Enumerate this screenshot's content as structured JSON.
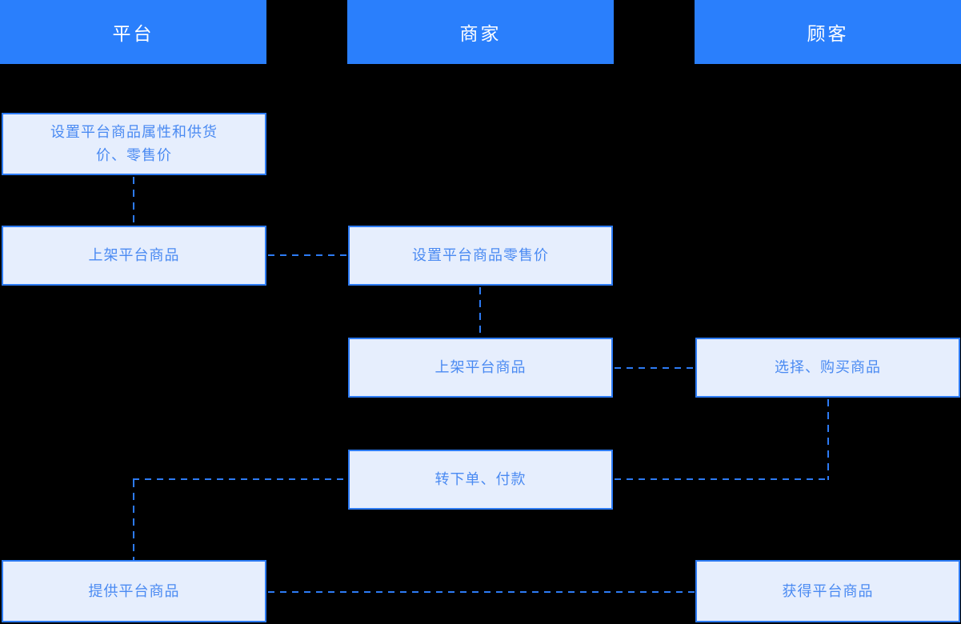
{
  "colors": {
    "background": "#000000",
    "lane_header_bg": "#2A7FFC",
    "lane_header_text": "#FFFFFF",
    "node_border": "#2D7BF5",
    "node_fill": "#E6EEFD",
    "node_text": "#4A8AF2",
    "connector": "#2D7BF5"
  },
  "diagram": {
    "type": "swimlane_flowchart",
    "lanes": [
      {
        "id": "platform",
        "label": "平台"
      },
      {
        "id": "merchant",
        "label": "商家"
      },
      {
        "id": "customer",
        "label": "顾客"
      }
    ],
    "nodes": [
      {
        "id": "platform-set-product-attrs-price",
        "lane": "platform",
        "label": "设置平台商品属性和供货价、零售价"
      },
      {
        "id": "platform-list-product",
        "lane": "platform",
        "label": "上架平台商品"
      },
      {
        "id": "merchant-set-retail-price",
        "lane": "merchant",
        "label": "设置平台商品零售价"
      },
      {
        "id": "merchant-list-product",
        "lane": "merchant",
        "label": "上架平台商品"
      },
      {
        "id": "customer-select-buy",
        "lane": "customer",
        "label": "选择、购买商品"
      },
      {
        "id": "merchant-order-pay",
        "lane": "merchant",
        "label": "转下单、付款"
      },
      {
        "id": "platform-provide-product",
        "lane": "platform",
        "label": "提供平台商品"
      },
      {
        "id": "customer-receive-product",
        "lane": "customer",
        "label": "获得平台商品"
      }
    ],
    "edges": [
      {
        "from": "platform-set-product-attrs-price",
        "to": "platform-list-product",
        "style": "dashed"
      },
      {
        "from": "platform-list-product",
        "to": "merchant-set-retail-price",
        "style": "dashed"
      },
      {
        "from": "merchant-set-retail-price",
        "to": "merchant-list-product",
        "style": "dashed"
      },
      {
        "from": "merchant-list-product",
        "to": "customer-select-buy",
        "style": "dashed"
      },
      {
        "from": "customer-select-buy",
        "to": "merchant-order-pay",
        "style": "dashed"
      },
      {
        "from": "merchant-order-pay",
        "to": "platform-provide-product",
        "style": "dashed"
      },
      {
        "from": "platform-provide-product",
        "to": "customer-receive-product",
        "style": "dashed"
      }
    ]
  }
}
